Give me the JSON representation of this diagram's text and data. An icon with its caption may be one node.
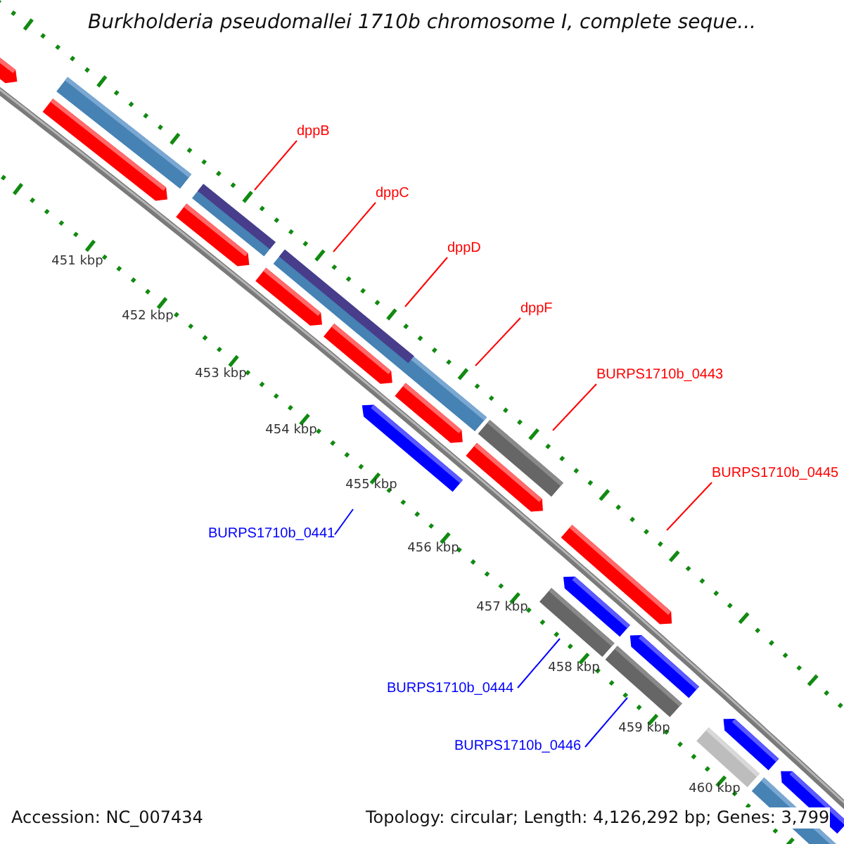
{
  "diagram": {
    "title": "Burkholderia pseudomallei 1710b chromosome I, complete seque...",
    "nodes": [
      {
        "text": [
          "dppB"
        ]
      },
      {
        "text": [
          "dppC"
        ]
      },
      {
        "text": [
          "dppD"
        ]
      },
      {
        "text": [
          "dppF"
        ]
      },
      {
        "text": [
          "BURPS1710b_0443"
        ]
      },
      {
        "text": [
          "BURPS1710b_0445"
        ]
      },
      {
        "text": [
          "BURPS1710b_0441"
        ]
      },
      {
        "text": [
          "BURPS1710b_0444"
        ]
      },
      {
        "text": [
          "BURPS1710b_0446"
        ]
      }
    ],
    "edges": [
      {
        "from": 0,
        "to": null,
        "arrow": "none"
      },
      {
        "from": 1,
        "to": null,
        "arrow": "none"
      },
      {
        "from": 2,
        "to": null,
        "arrow": "none"
      },
      {
        "from": 3,
        "to": null,
        "arrow": "none"
      },
      {
        "from": 4,
        "to": null,
        "arrow": "none"
      },
      {
        "from": 5,
        "to": null,
        "arrow": "none"
      },
      {
        "from": 6,
        "to": null,
        "arrow": "none",
        "color": "#0000ff"
      },
      {
        "from": 7,
        "to": null,
        "arrow": "none",
        "color": "#0000ff"
      },
      {
        "from": 8,
        "to": null,
        "arrow": "none",
        "color": "#0000ff"
      }
    ],
    "labels": [
      "451 kbp",
      "452 kbp",
      "453 kbp",
      "454 kbp",
      "455 kbp",
      "456 kbp",
      "457 kbp",
      "458 kbp",
      "459 kbp",
      "460 kbp",
      "Accession: NC_007434",
      "Topology: circular; Length: 4,126,292 bp; Genes: 3,799"
    ]
  }
}
